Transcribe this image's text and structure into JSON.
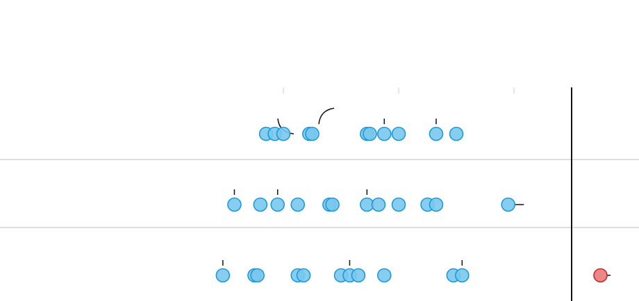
{
  "chart_data": {
    "type": "scatter",
    "title": "",
    "xlabel": "",
    "ylabel": "",
    "grid": true,
    "legend": "none",
    "xlim": [
      0,
      100
    ],
    "reference_line": {
      "x": 70
    },
    "tick_values": [
      20,
      40,
      60,
      100
    ],
    "colors": {
      "point_fill": "#7ac8ee",
      "point_stroke": "#1c9ad6",
      "highlight_fill": "#ea7a7a",
      "highlight_stroke": "#c62828",
      "reference_line": "#111111",
      "row_divider": "#bdbdbd",
      "tick": "#cccccc",
      "marker": "#111111"
    },
    "rows": [
      {
        "values": [
          17,
          18.5,
          20,
          24.5,
          25,
          34.5,
          35,
          37.5,
          40,
          46.5,
          50
        ],
        "highlight": []
      },
      {
        "values": [
          11.5,
          16,
          19,
          22.5,
          28,
          28.5,
          34.5,
          36.5,
          40,
          45,
          46.5,
          59
        ],
        "highlight": []
      },
      {
        "values": [
          9.5,
          15,
          15.5,
          22.5,
          23.5,
          30,
          31.5,
          33,
          37.5,
          49.5,
          51,
          75
        ],
        "highlight": [
          75
        ]
      }
    ]
  }
}
